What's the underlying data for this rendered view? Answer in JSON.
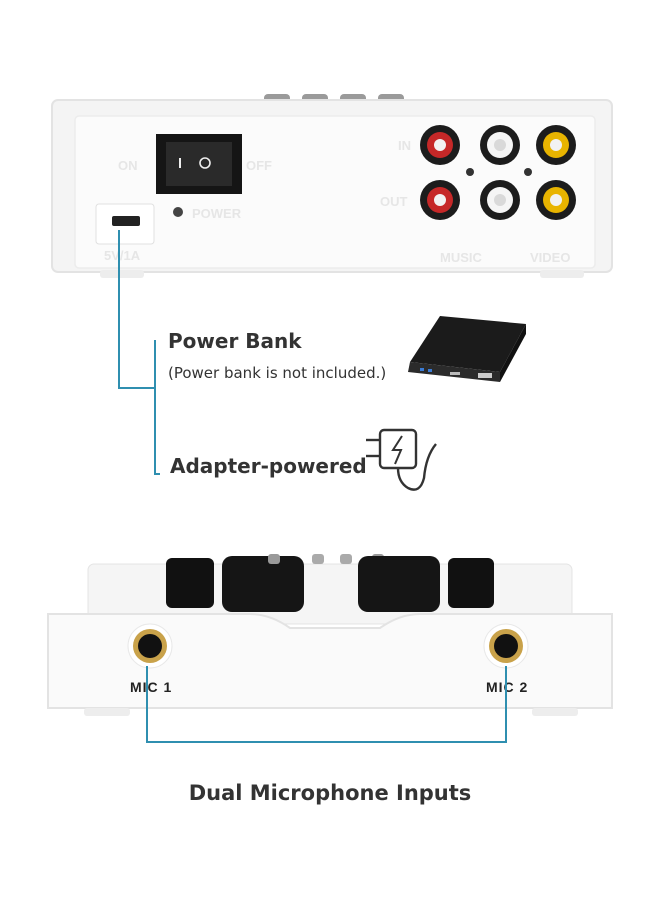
{
  "colors": {
    "accent_line": "#2f8fb0",
    "text": "#333333",
    "device": "#f6f6f6"
  },
  "top_device": {
    "panel_labels": {
      "on": "ON",
      "off": "OFF",
      "power": "POWER",
      "usb": "5V/1A",
      "in": "IN",
      "out": "OUT",
      "music": "MUSIC",
      "video": "VIDEO"
    }
  },
  "power_options": {
    "power_bank_title": "Power Bank",
    "power_bank_note": "(Power bank is not included.)",
    "adapter_title": "Adapter-powered",
    "power_bank_icon": "power-bank-image",
    "adapter_icon": "plug-lightning-icon"
  },
  "bottom_device": {
    "mic1_label": "MIC 1",
    "mic2_label": "MIC 2",
    "caption": "Dual Microphone Inputs"
  }
}
